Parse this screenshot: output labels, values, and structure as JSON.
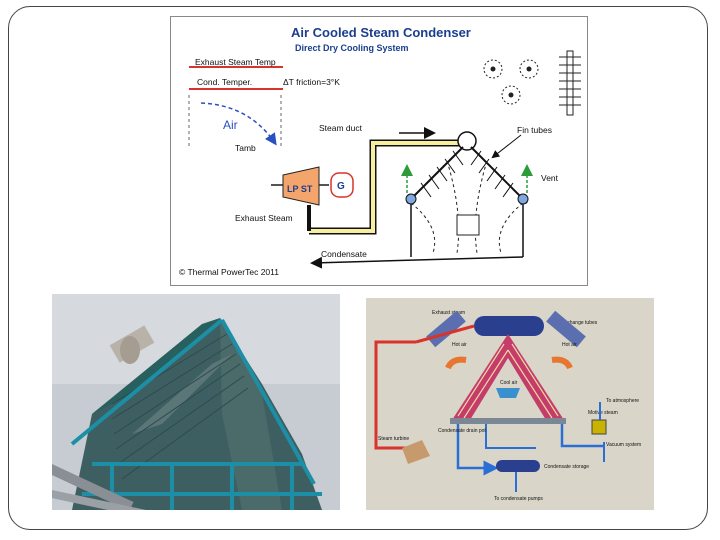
{
  "acc": {
    "title": "Air Cooled Steam Condenser",
    "subtitle": "Direct Dry Cooling System",
    "exhaust_temp": "Exhaust Steam Temp",
    "cond_temp": "Cond. Temper.",
    "dt_friction": "ΔT friction=3°K",
    "air": "Air",
    "tamb": "Tamb",
    "steam_duct": "Steam duct",
    "fin_tubes": "Fin tubes",
    "vent": "Vent",
    "lpst": "LP ST",
    "gen": "G",
    "exhaust_steam": "Exhaust Steam",
    "condensate": "Condensate",
    "copyright": "© Thermal PowerTec 2011"
  },
  "scheme": {
    "exhaust_steam": "Exhaust steam",
    "heat_exchanger": "Heat exchange tubes",
    "hot_air_left": "Hot air",
    "hot_air_right": "Hot air",
    "cool_air": "Cool air",
    "to_atm": "To atmosphere",
    "motive_steam": "Motive steam",
    "condensate_drain": "Condensate drain pot",
    "steam_turbine": "Steam turbine",
    "vacuum_system": "Vacuum system",
    "condensate_storage": "Condensate storage",
    "to_pumps": "To condensate pumps"
  },
  "colors": {
    "title_blue": "#1a3f8f",
    "frame_red": "#d8342c",
    "pipe_blue": "#2a6fd6",
    "steel_teal": "#1c8fa6"
  }
}
